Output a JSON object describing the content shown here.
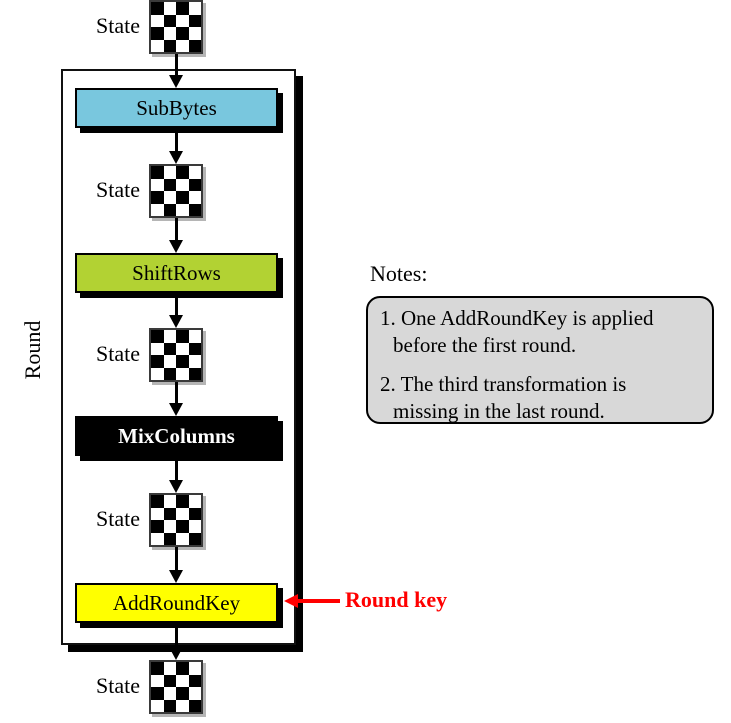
{
  "labels": {
    "state": "State",
    "round": "Round",
    "notes_heading": "Notes:"
  },
  "icons": {
    "state": "checkerboard-matrix-icon"
  },
  "steps": [
    {
      "name": "SubBytes",
      "label": "SubBytes",
      "fill": "#79C7DE",
      "text_color": "#000000"
    },
    {
      "name": "ShiftRows",
      "label": "ShiftRows",
      "fill": "#B2D233",
      "text_color": "#000000"
    },
    {
      "name": "MixColumns",
      "label": "MixColumns",
      "fill": "#000000",
      "text_color": "#FFFFFF"
    },
    {
      "name": "AddRoundKey",
      "label": "AddRoundKey",
      "fill": "#FFFF00",
      "text_color": "#000000"
    }
  ],
  "round_key": {
    "label": "Round key",
    "color": "#FF0000"
  },
  "notes": {
    "background": "#D8D8D8",
    "items": [
      {
        "lines": [
          "1. One AddRoundKey is applied",
          "before the first round."
        ]
      },
      {
        "lines": [
          "2. The third transformation is",
          "missing in the last round."
        ]
      }
    ]
  }
}
